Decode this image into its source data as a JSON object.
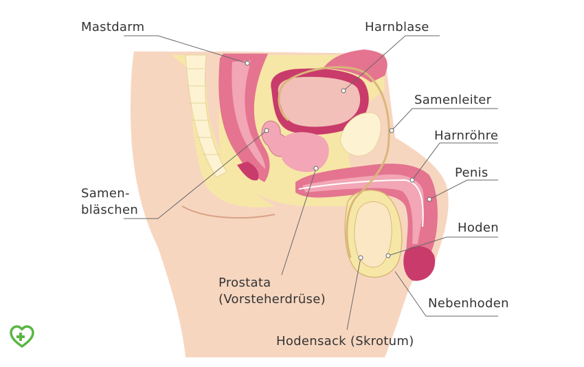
{
  "labels": {
    "mastdarm": "Mastdarm",
    "harnblase": "Harnblase",
    "samenleiter": "Samenleiter",
    "harnroehre": "Harnröhre",
    "penis": "Penis",
    "hoden": "Hoden",
    "nebenhoden": "Nebenhoden",
    "hodensack": "Hodensack (Skrotum)",
    "prostata_1": "Prostata",
    "prostata_2": "(Vorsteherdrüse)",
    "samenblaeschen_1": "Samen-",
    "samenblaeschen_2": "bläschen"
  },
  "colors": {
    "skin": "#f7d6c0",
    "skin_dark": "#e9b89c",
    "fat": "#f6e7a6",
    "bone": "#fdf3d2",
    "muscle_pink": "#e4748f",
    "tissue_pink": "#f2a6b6",
    "magenta": "#c93b6a",
    "leader_line": "#555555",
    "logo_green": "#5bb542"
  },
  "icons": {
    "logo": "heart-cross-logo"
  }
}
